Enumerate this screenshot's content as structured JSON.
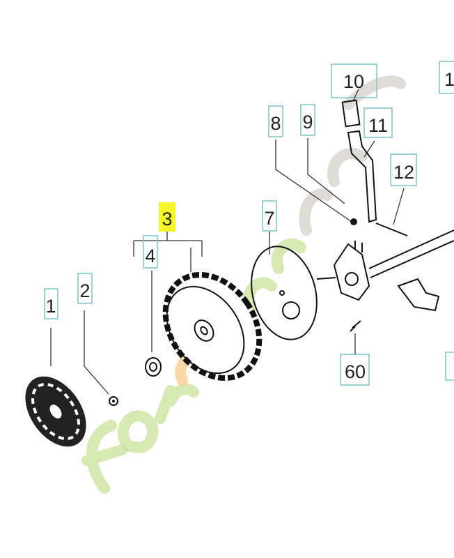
{
  "callouts": [
    {
      "id": "1",
      "label": "1"
    },
    {
      "id": "2",
      "label": "2"
    },
    {
      "id": "3",
      "label": "3",
      "highlighted": true
    },
    {
      "id": "4",
      "label": "4"
    },
    {
      "id": "7",
      "label": "7"
    },
    {
      "id": "8",
      "label": "8"
    },
    {
      "id": "9",
      "label": "9"
    },
    {
      "id": "10",
      "label": "10"
    },
    {
      "id": "11",
      "label": "11"
    },
    {
      "id": "12",
      "label": "12"
    },
    {
      "id": "60",
      "label": "60"
    },
    {
      "id": "edge",
      "label": "1"
    }
  ],
  "colors": {
    "callout_border": "#7cc4c8",
    "highlight": "#f4f52a",
    "watermark_green": "#c8e29a",
    "watermark_orange": "#f7c98a",
    "watermark_gray": "#d4cfc8"
  },
  "watermark": "foretjardin.com"
}
